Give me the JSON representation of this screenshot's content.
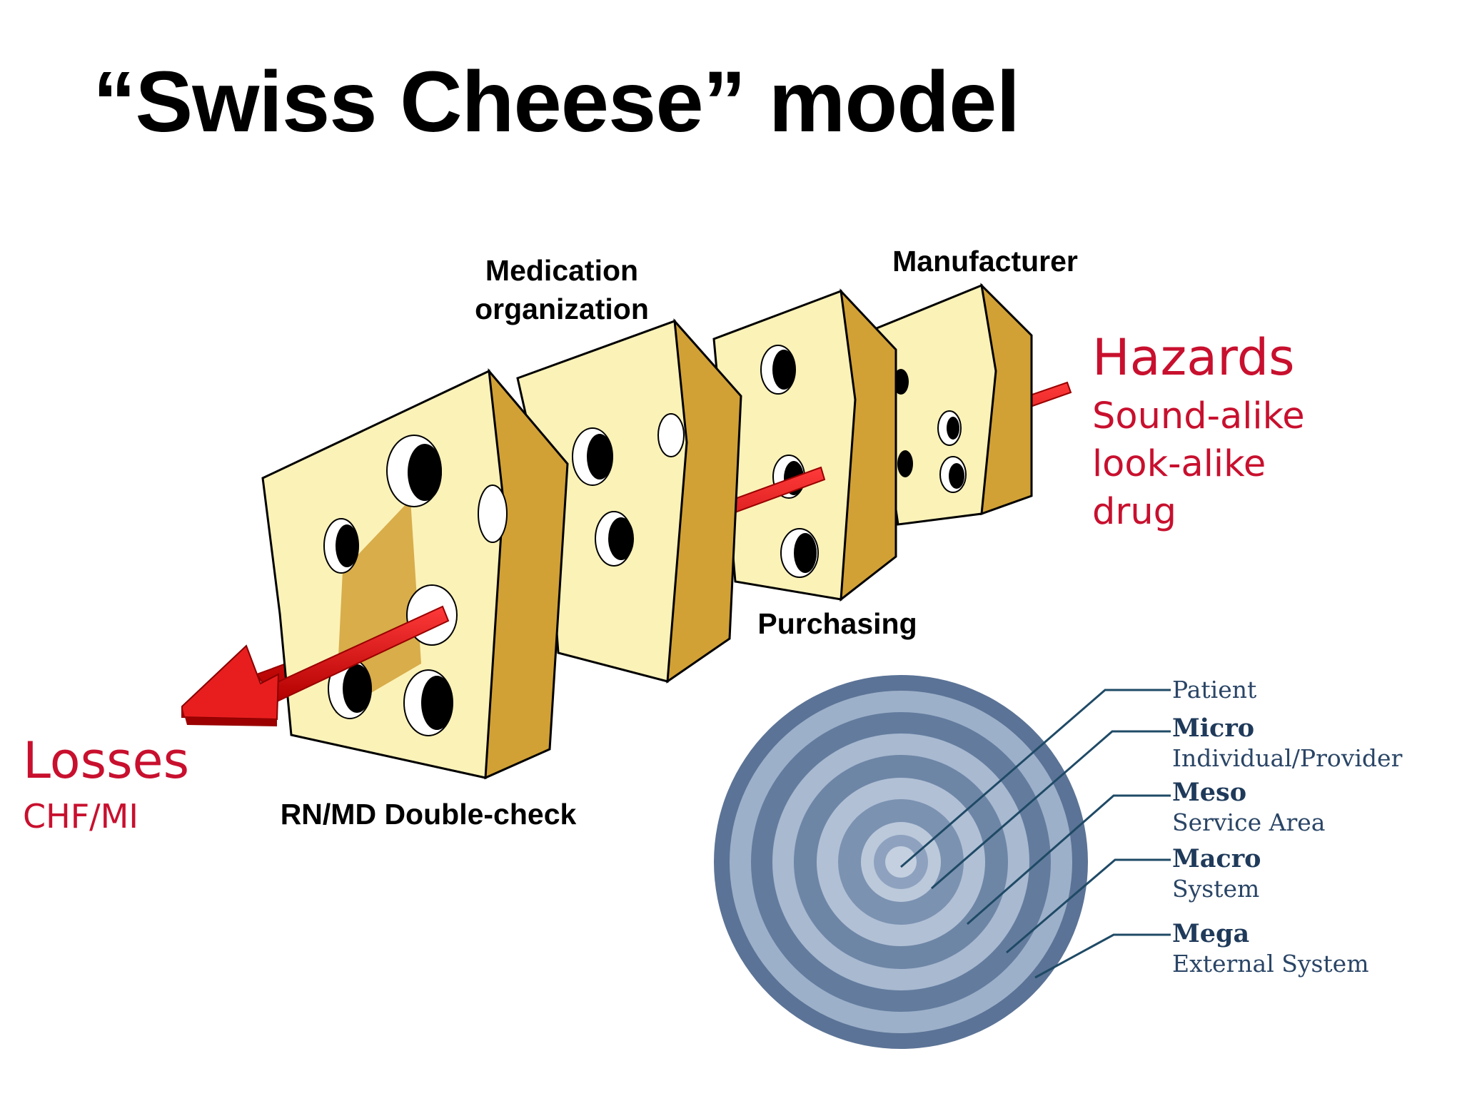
{
  "title": "“Swiss Cheese” model",
  "slices": [
    {
      "label_lines": [
        "RN/MD Double-check"
      ]
    },
    {
      "label_lines": [
        "Medication",
        "organization"
      ]
    },
    {
      "label_lines": [
        "Purchasing"
      ]
    },
    {
      "label_lines": [
        "Manufacturer"
      ]
    }
  ],
  "hazards": {
    "title": "Hazards",
    "lines": [
      "Sound-alike",
      "look-alike",
      "drug"
    ]
  },
  "losses": {
    "title": "Losses",
    "sub": "CHF/MI"
  },
  "rings": [
    {
      "head": "Patient",
      "sub": ""
    },
    {
      "head": "Micro",
      "sub": "Individual/Provider"
    },
    {
      "head": "Meso",
      "sub": "Service Area"
    },
    {
      "head": "Macro",
      "sub": "System"
    },
    {
      "head": "Mega",
      "sub": "External System"
    }
  ],
  "colors": {
    "cheese_face": "#fbf2b8",
    "cheese_side": "#d1a136",
    "arrow": "#e81e1e",
    "red_text": "#c8102e",
    "ring_dark": "#4f6a8f",
    "ring_light": "#9fb2cc"
  }
}
